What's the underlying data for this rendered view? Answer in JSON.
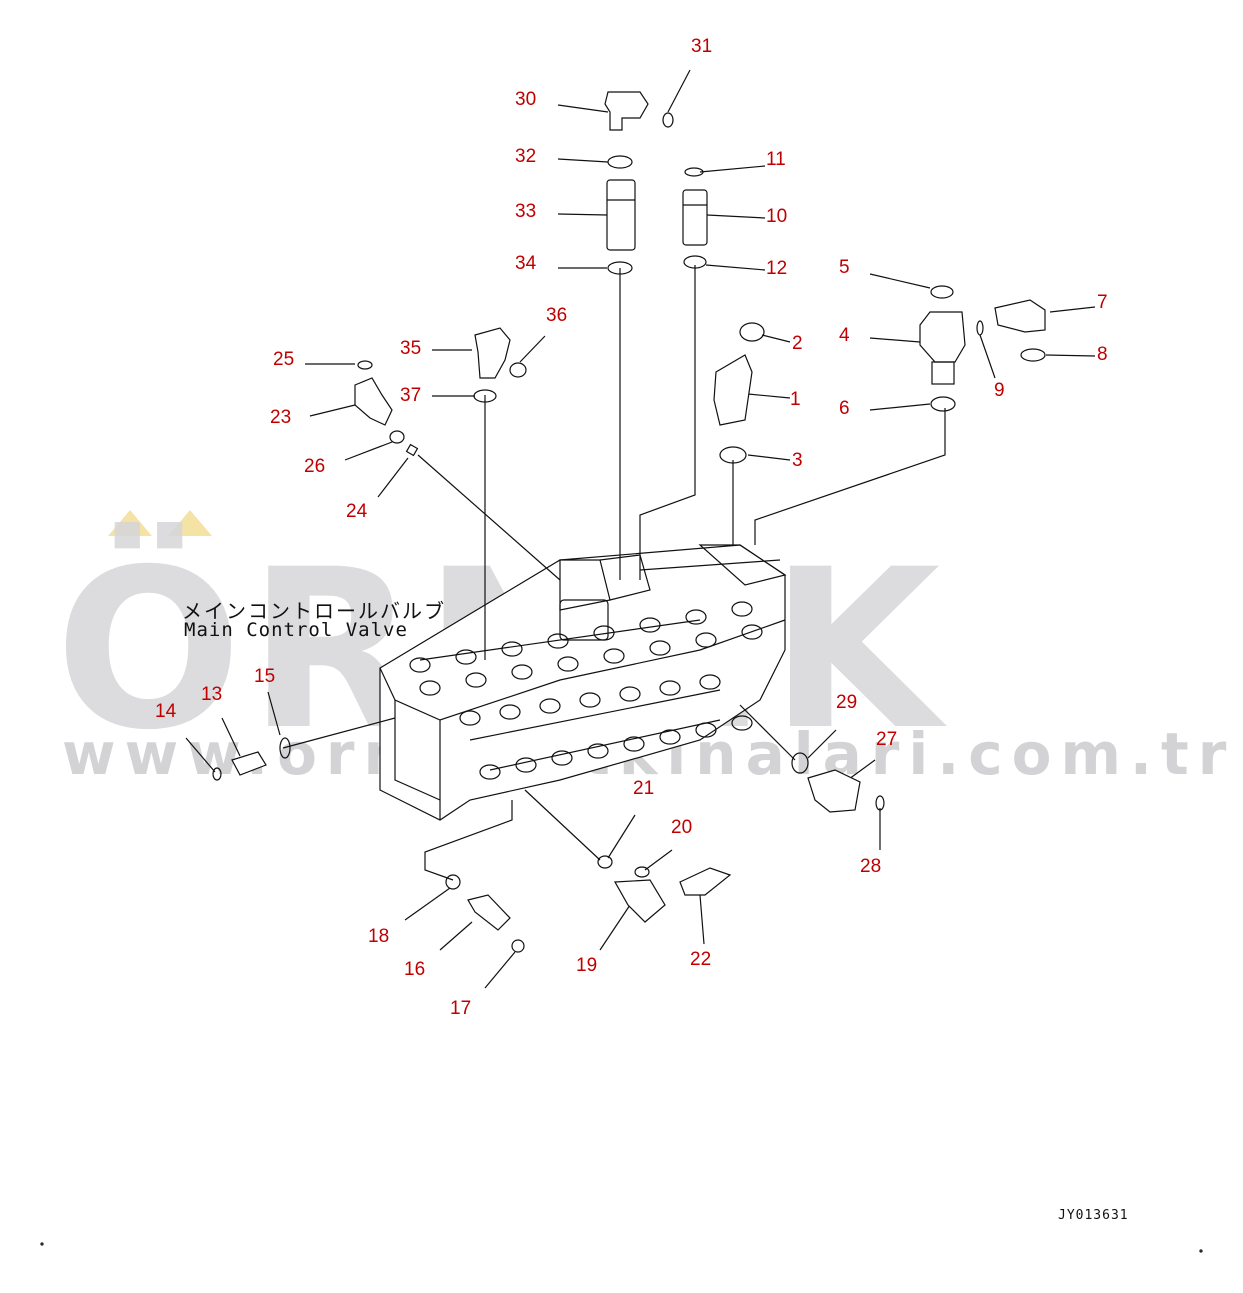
{
  "diagram": {
    "title_jp": "メインコントロールバルブ",
    "title_en": "Main Control Valve",
    "drawing_code": "JY013631",
    "watermark": {
      "brand": "ÖRNEK",
      "url": "www.ornekistkinalari.com.tr",
      "accent_color": "#f5e3a6",
      "text_color": "#d6d6da"
    },
    "label_color": "#c00000",
    "callouts": [
      "1",
      "2",
      "3",
      "4",
      "5",
      "6",
      "7",
      "8",
      "9",
      "10",
      "11",
      "12",
      "13",
      "14",
      "15",
      "16",
      "17",
      "18",
      "19",
      "20",
      "21",
      "22",
      "23",
      "24",
      "25",
      "26",
      "27",
      "28",
      "29",
      "30",
      "31",
      "32",
      "33",
      "34",
      "35",
      "36",
      "37"
    ]
  }
}
